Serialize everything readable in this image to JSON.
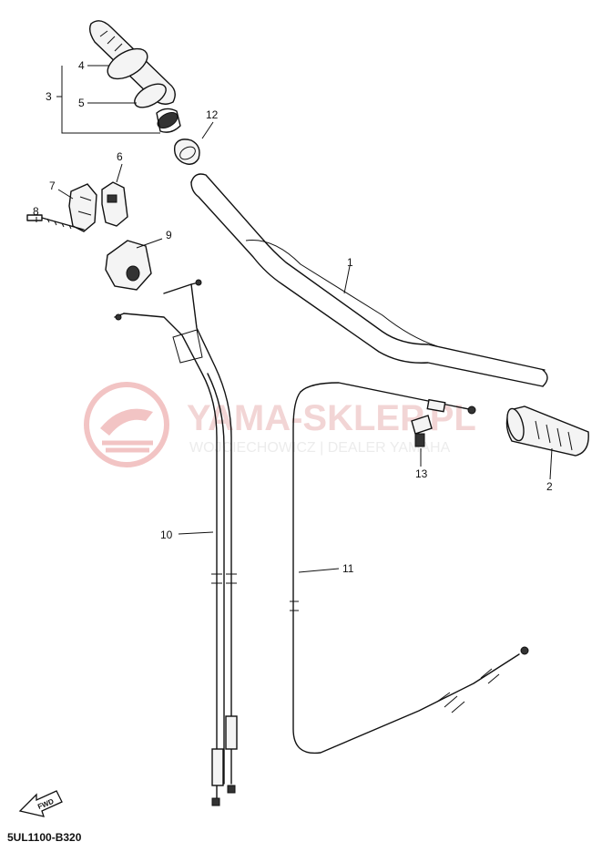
{
  "callouts": [
    {
      "id": "1",
      "label": "1"
    },
    {
      "id": "2",
      "label": "2"
    },
    {
      "id": "3",
      "label": "3"
    },
    {
      "id": "4",
      "label": "4"
    },
    {
      "id": "5",
      "label": "5"
    },
    {
      "id": "6",
      "label": "6"
    },
    {
      "id": "7",
      "label": "7"
    },
    {
      "id": "8",
      "label": "8"
    },
    {
      "id": "9",
      "label": "9"
    },
    {
      "id": "10",
      "label": "10"
    },
    {
      "id": "11",
      "label": "11"
    },
    {
      "id": "12",
      "label": "12"
    },
    {
      "id": "13",
      "label": "13"
    }
  ],
  "watermark": {
    "title": "YAMA-SKLEP.PL",
    "subtitle": "WOJCIECHOWICZ | DEALER YAMAHA",
    "color": "#e9b4b4"
  },
  "fwd_label": "FWD",
  "diagram_code": "5UL1100-B320"
}
